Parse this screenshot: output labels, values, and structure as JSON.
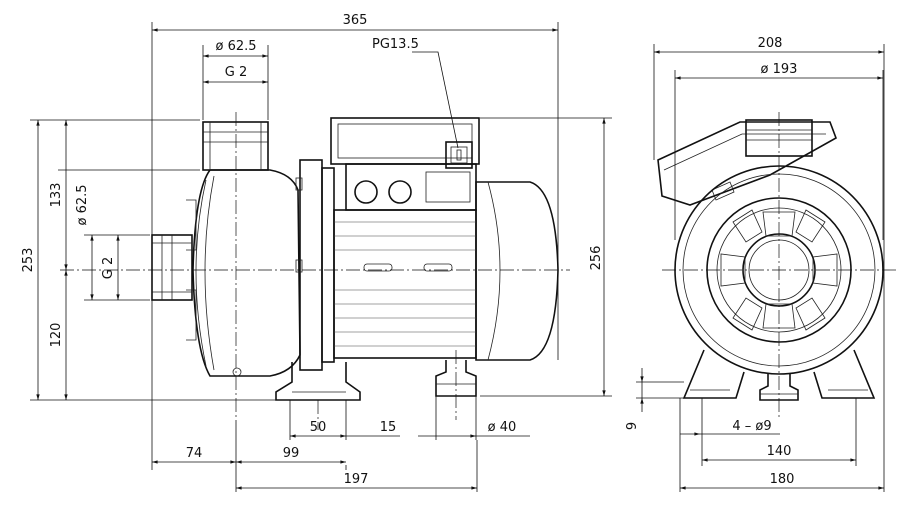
{
  "dimensions": {
    "overall_length": "365",
    "outlet_diameter_front": "ø 62.5",
    "outlet_thread_front": "G 2",
    "cable_gland": "PG13.5",
    "overall_height_left": "253",
    "upper_height": "133",
    "inlet_diameter": "ø 62.5",
    "inlet_thread": "G 2",
    "lower_height": "120",
    "overall_height_right": "256",
    "foot_spacing": "50",
    "foot_width": "15",
    "foot_diameter": "ø 40",
    "dim_74": "74",
    "dim_99": "99",
    "dim_197": "197",
    "overall_width_side": "208",
    "body_diameter_side": "ø 193",
    "foot_thickness": "9",
    "mounting_holes": "4 – ø9",
    "hole_spacing": "140",
    "base_width": "180"
  }
}
